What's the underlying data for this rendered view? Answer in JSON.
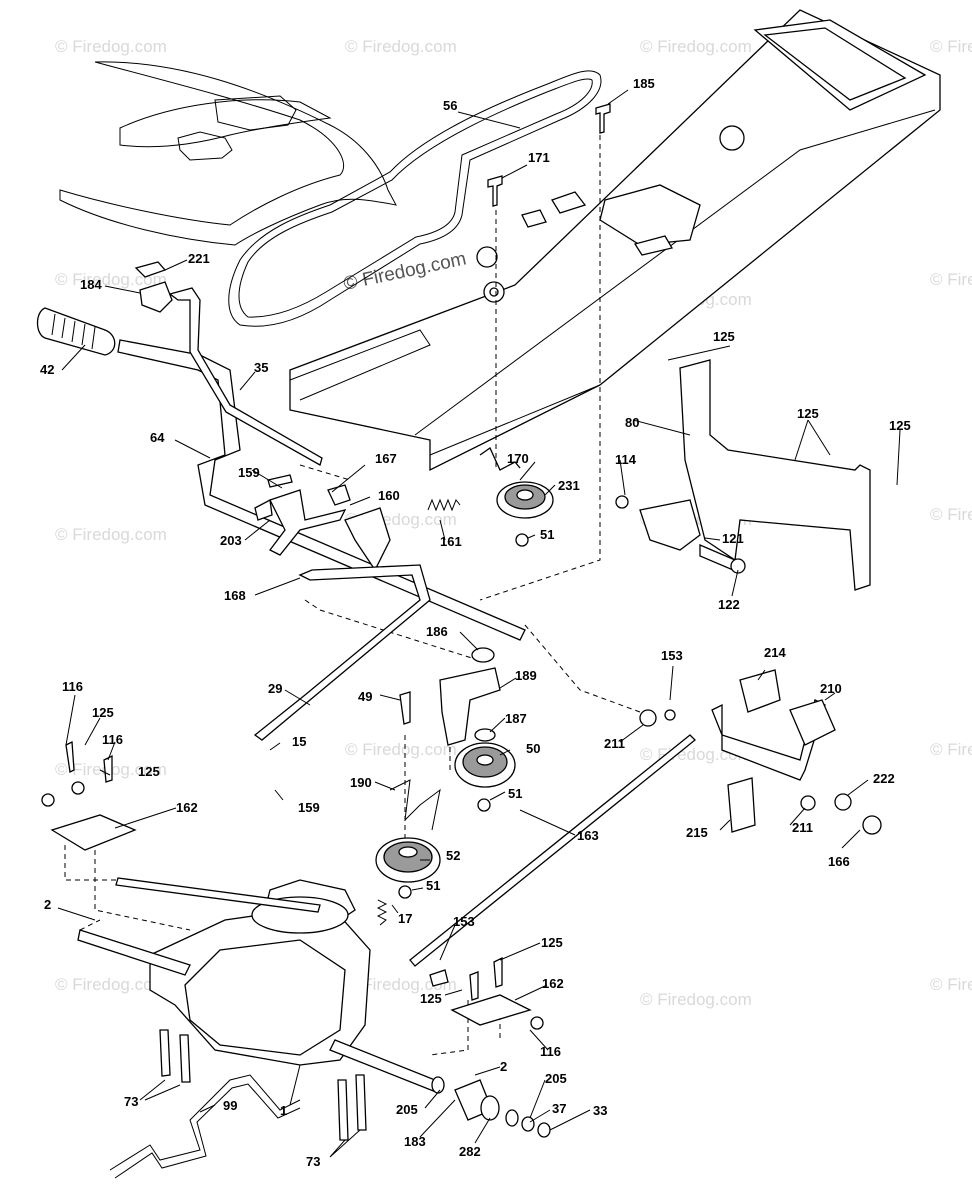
{
  "watermark": "© Firedog.com",
  "center_watermark": "© Firedog.com",
  "labels": {
    "l56": "56",
    "l185": "185",
    "l171": "171",
    "l221": "221",
    "l184": "184",
    "l42": "42",
    "l35": "35",
    "l125a": "125",
    "l80": "80",
    "l125b": "125",
    "l125c": "125",
    "l64": "64",
    "l167": "167",
    "l170": "170",
    "l114": "114",
    "l159a": "159",
    "l160": "160",
    "l231": "231",
    "l203": "203",
    "l161": "161",
    "l51a": "51",
    "l121": "121",
    "l168": "168",
    "l122": "122",
    "l186": "186",
    "l153a": "153",
    "l214": "214",
    "l116a": "116",
    "l29": "29",
    "l49": "49",
    "l189": "189",
    "l210": "210",
    "l125d": "125",
    "l187": "187",
    "l116b": "116",
    "l15": "15",
    "l50": "50",
    "l211a": "211",
    "l125e": "125",
    "l190": "190",
    "l51b": "51",
    "l222": "222",
    "l159b": "159",
    "l162a": "162",
    "l211b": "211",
    "l163": "163",
    "l215": "215",
    "l166": "166",
    "l52": "52",
    "l51c": "51",
    "l2a": "2",
    "l17": "17",
    "l153b": "153",
    "l125f": "125",
    "l162b": "162",
    "l125g": "125",
    "l116c": "116",
    "l2b": "2",
    "l205a": "205",
    "l73a": "73",
    "l99": "99",
    "l1": "1",
    "l205b": "205",
    "l37": "37",
    "l33": "33",
    "l183": "183",
    "l282": "282",
    "l73b": "73"
  }
}
